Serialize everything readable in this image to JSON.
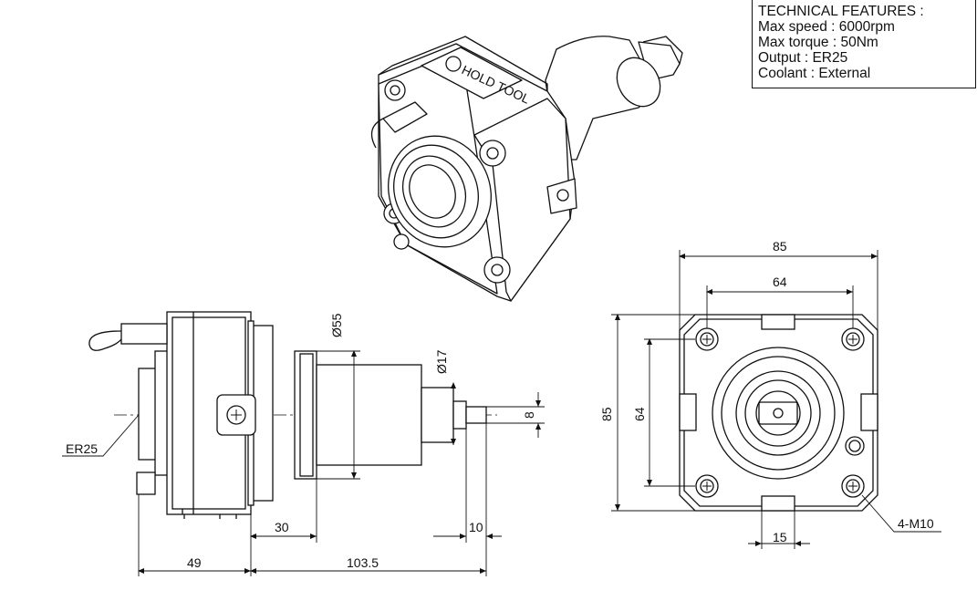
{
  "features": {
    "heading": "TECHNICAL FEATURES :",
    "lines": [
      "Max speed : 6000rpm",
      "Max torque : 50Nm",
      "Output : ER25",
      "Coolant : External"
    ]
  },
  "plate_text": "HOLD TOOL",
  "side_view": {
    "dia_55": "Ø55",
    "dia_17": "Ø17",
    "dim_8": "8",
    "callout_er25": "ER25",
    "dim_30": "30",
    "dim_10": "10",
    "dim_49": "49",
    "dim_103_5": "103.5"
  },
  "front_view": {
    "dim_85_top": "85",
    "dim_64_top": "64",
    "dim_85_left": "85",
    "dim_64_left": "64",
    "dim_15": "15",
    "callout_holes": "4-M10"
  }
}
